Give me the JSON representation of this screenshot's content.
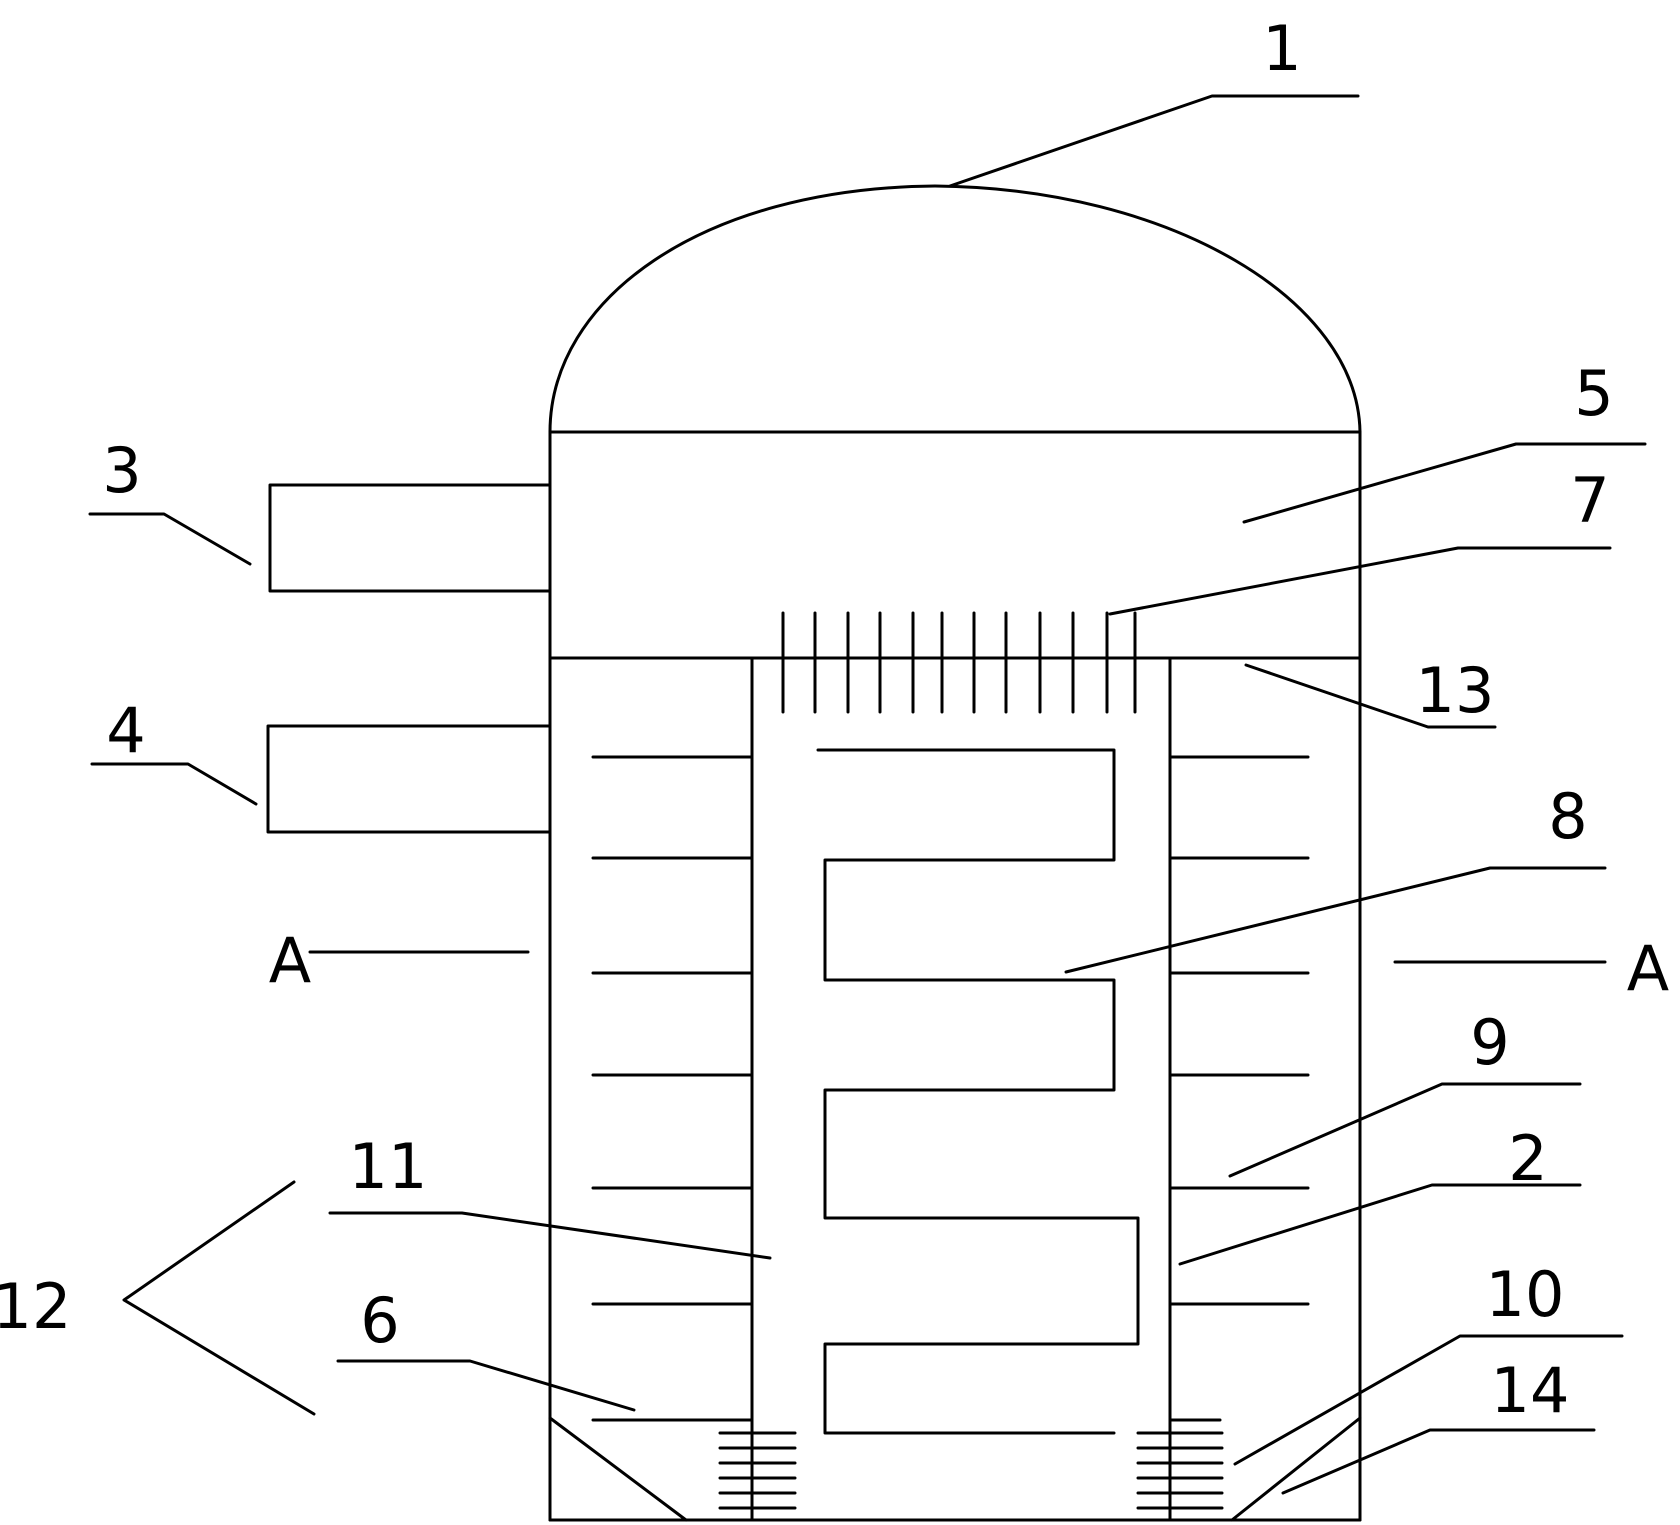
{
  "labels": {
    "l1": "1",
    "l2": "2",
    "l3": "3",
    "l4": "4",
    "l5": "5",
    "l6": "6",
    "l7": "7",
    "l8": "8",
    "l9": "9",
    "l10": "10",
    "l11": "11",
    "l12": "12",
    "l13": "13",
    "l14": "14",
    "section_left": "A",
    "section_right": "A"
  },
  "colors": {
    "line": "#000000",
    "background": "#ffffff"
  }
}
